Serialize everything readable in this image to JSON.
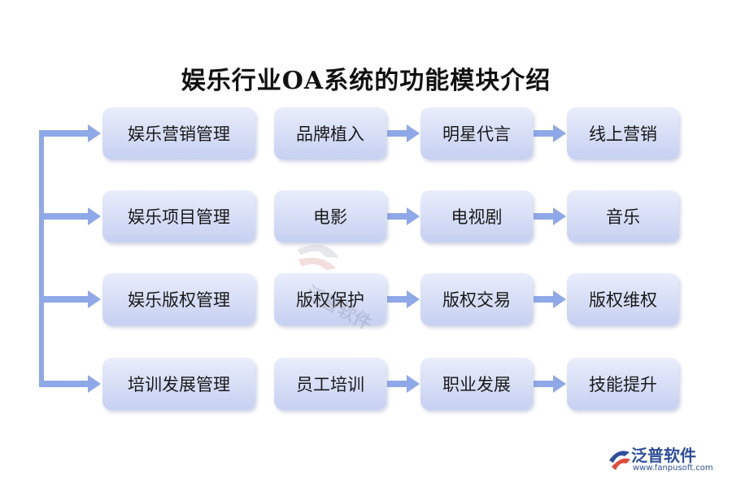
{
  "title": "娱乐行业OA系统的功能模块介绍",
  "rows": [
    {
      "module": "娱乐营销管理",
      "steps": [
        "品牌植入",
        "明星代言",
        "线上营销"
      ]
    },
    {
      "module": "娱乐项目管理",
      "steps": [
        "电影",
        "电视剧",
        "音乐"
      ]
    },
    {
      "module": "娱乐版权管理",
      "steps": [
        "版权保护",
        "版权交易",
        "版权维权"
      ]
    },
    {
      "module": "培训发展管理",
      "steps": [
        "员工培训",
        "职业发展",
        "技能提升"
      ]
    }
  ],
  "brand": {
    "name": "泛普软件",
    "url": "www.fanpusoft.com"
  },
  "colors": {
    "arrow": "#8fa8e8",
    "box_top": "#e9edfb",
    "box_bottom": "#c6d0f1",
    "brand": "#2f4e9a"
  }
}
